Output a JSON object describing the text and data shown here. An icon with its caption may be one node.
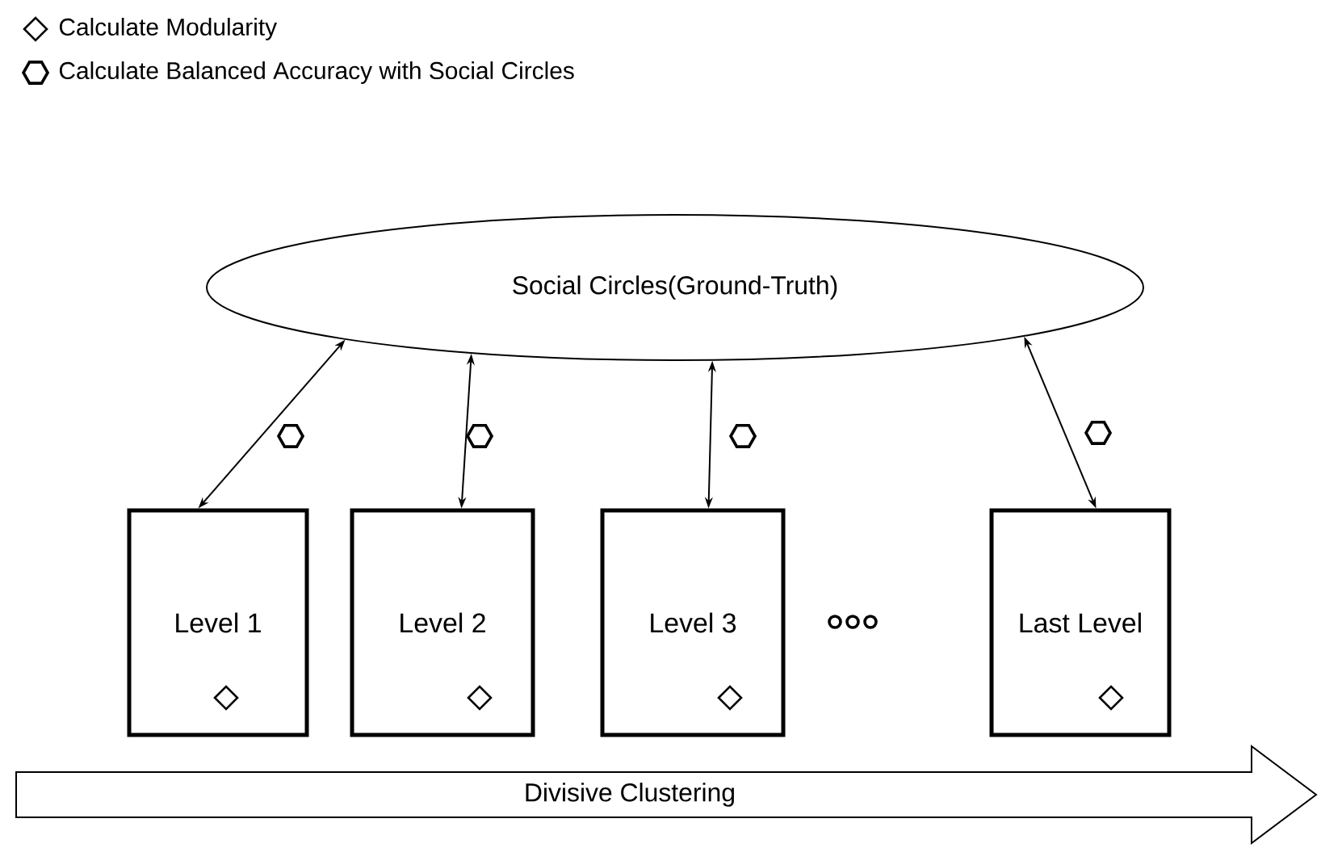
{
  "diagram": {
    "nodes": [
      {
        "text": [
          "Social Circles(Ground-Truth)"
        ]
      },
      {
        "text": [
          "Level 1"
        ]
      },
      {
        "text": [
          "Level 2"
        ]
      },
      {
        "text": [
          "Level 3"
        ]
      },
      {
        "text": [
          "Last Level"
        ]
      },
      {
        "text": [
          "Divisive Clustering"
        ]
      }
    ],
    "edges": [
      {
        "from": 1,
        "to": 0,
        "arrow": "both"
      },
      {
        "from": 2,
        "to": 0,
        "arrow": "both"
      },
      {
        "from": 3,
        "to": 0,
        "arrow": "both"
      },
      {
        "from": 4,
        "to": 0,
        "arrow": "both"
      }
    ],
    "legend": [
      {
        "text": "Calculate Modularity"
      },
      {
        "text": "Calculate Balanced Accuracy with Social Circles"
      }
    ]
  }
}
